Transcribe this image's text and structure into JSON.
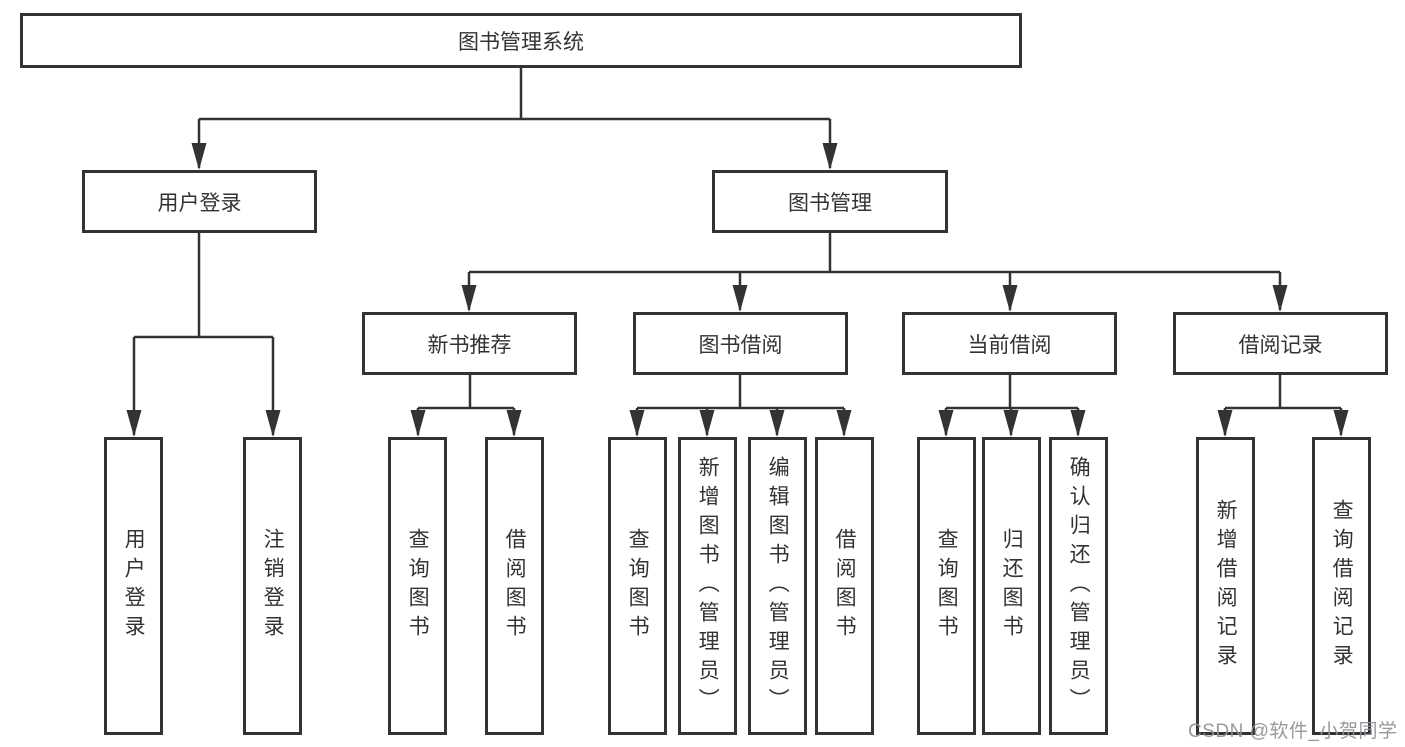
{
  "title": "图书管理系统",
  "colors": {
    "line": "#333333",
    "text": "#333333",
    "node_background": "#ffffff",
    "page_background": "#ffffff",
    "watermark": "#919499"
  },
  "tree": {
    "root": {
      "label": "图书管理系统"
    },
    "branches": [
      {
        "label": "用户登录",
        "children": [
          "用户登录",
          "注销登录"
        ]
      },
      {
        "label": "图书管理",
        "modules": [
          {
            "label": "新书推荐",
            "children": [
              "查询图书",
              "借阅图书"
            ]
          },
          {
            "label": "图书借阅",
            "children": [
              "查询图书",
              "新增图书（管理员）",
              "编辑图书（管理员）",
              "借阅图书"
            ]
          },
          {
            "label": "当前借阅",
            "children": [
              "查询图书",
              "归还图书",
              "确认归还（管理员）"
            ]
          },
          {
            "label": "借阅记录",
            "children": [
              "新增借阅记录",
              "查询借阅记录"
            ]
          }
        ]
      }
    ]
  },
  "watermark": {
    "text": "CSDN @软件_小贺同学"
  }
}
